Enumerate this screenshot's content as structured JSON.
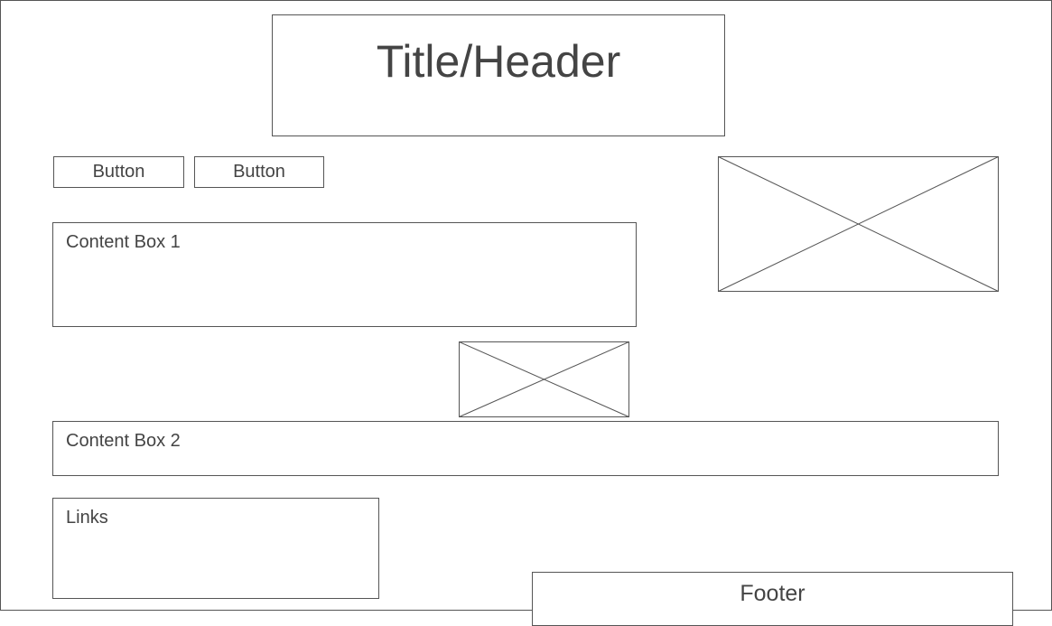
{
  "header": {
    "title": "Title/Header"
  },
  "buttons": [
    {
      "label": "Button"
    },
    {
      "label": "Button"
    }
  ],
  "content_box_1": {
    "label": "Content Box 1"
  },
  "content_box_2": {
    "label": "Content Box 2"
  },
  "links": {
    "label": "Links"
  },
  "footer": {
    "label": "Footer"
  },
  "images": [
    {
      "icon": "image-placeholder-icon"
    },
    {
      "icon": "image-placeholder-icon"
    }
  ],
  "colors": {
    "stroke": "#555555",
    "text": "#444444",
    "background": "#ffffff"
  }
}
